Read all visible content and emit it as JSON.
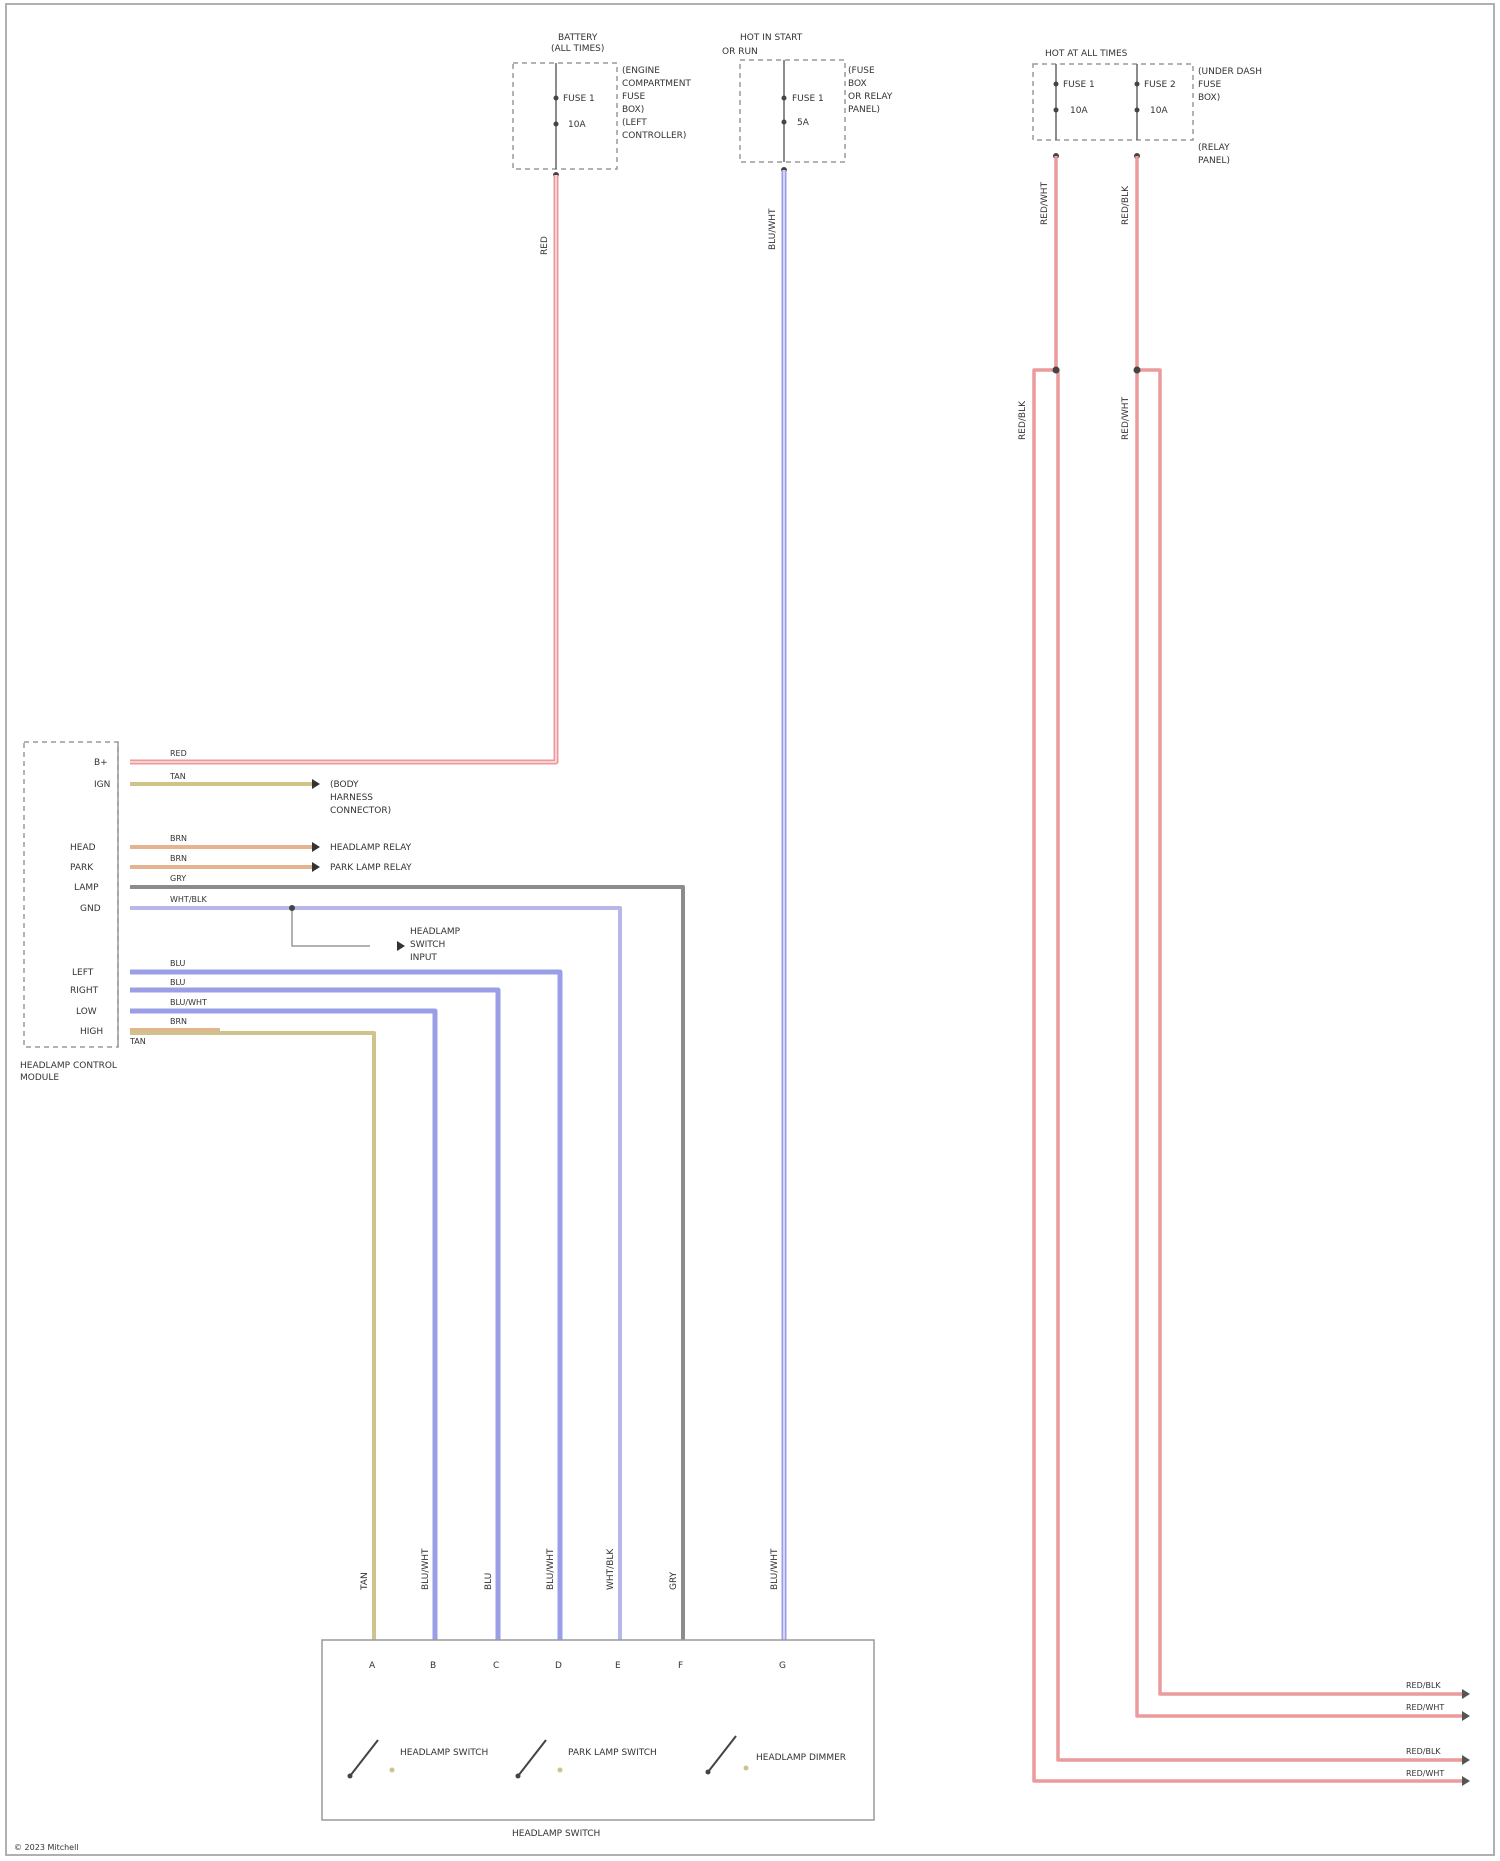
{
  "colors": {
    "red_wire": "#ec9a9c",
    "blue_wire": "#9a9ee6",
    "gray_wire": "#8c8c8c",
    "tan_wire": "#cfc38c",
    "outline": "#9a9a9a",
    "text": "#444444"
  },
  "fuse_boxes": [
    {
      "id": "fuse1",
      "title_lines": [
        "BATTERY",
        "(ALL TIMES)"
      ],
      "labels": [
        "FUSE 1",
        "10A"
      ],
      "notes": [
        "(ENGINE",
        "COMPARTMENT",
        "FUSE",
        "BOX)",
        "(LEFT",
        "CONTROLLER)"
      ]
    },
    {
      "id": "fuse2",
      "title_lines": [
        "HOT IN START",
        "OR RUN"
      ],
      "labels": [
        "FUSE 1",
        "5A"
      ],
      "notes": [
        "(FUSE",
        "BOX",
        "OR RELAY",
        "PANEL)"
      ]
    },
    {
      "id": "fuse3",
      "title_lines": [
        "HOT AT ALL TIMES"
      ],
      "labels": [
        "FUSE 1",
        "FUSE 2",
        "10A",
        "10A"
      ],
      "notes": [
        "(UNDER DASH",
        "FUSE",
        "BOX)",
        "(RELAY",
        "PANEL)"
      ]
    }
  ],
  "control_module": {
    "name_lines": [
      "HEADLAMP CONTROL",
      "MODULE"
    ],
    "pins": [
      "B+",
      "IGN",
      "HEAD",
      "PARK",
      "LAMP",
      "GND",
      "LEFT",
      "RIGHT",
      "LOW",
      "HIGH"
    ],
    "wire_colors": [
      "RED",
      "TAN",
      "BRN",
      "BRN",
      "GRY",
      "WHT/BLK",
      "BLU",
      "BLU",
      "BLU/WHT",
      "BRN",
      "TAN"
    ],
    "arrow_notes": [
      "(BODY",
      "HARNESS",
      "CONNECTOR)",
      "HEADLAMP RELAY",
      "PARK LAMP RELAY",
      "HEADLAMP",
      "SWITCH",
      "INPUT"
    ]
  },
  "bottom_switch": {
    "name": "HEADLAMP SWITCH",
    "pins": [
      "A",
      "B",
      "C",
      "D",
      "E",
      "F",
      "G"
    ],
    "wire_labels": [
      "TAN",
      "BLU/WHT",
      "BLU",
      "BLU/WHT",
      "WHT/BLK",
      "GRY",
      "BLU/WHT"
    ],
    "contacts": [
      "HEADLAMP SWITCH",
      "PARK LAMP SWITCH",
      "HEADLAMP DIMMER"
    ]
  },
  "right_wires": {
    "labels": [
      "RED/WHT",
      "RED/BLK",
      "RED/BLK",
      "RED/WHT"
    ],
    "end_labels": [
      "RED/BLK",
      "RED/WHT",
      "RED/BLK",
      "RED/WHT"
    ]
  },
  "footer": "© 2023 Mitchell"
}
